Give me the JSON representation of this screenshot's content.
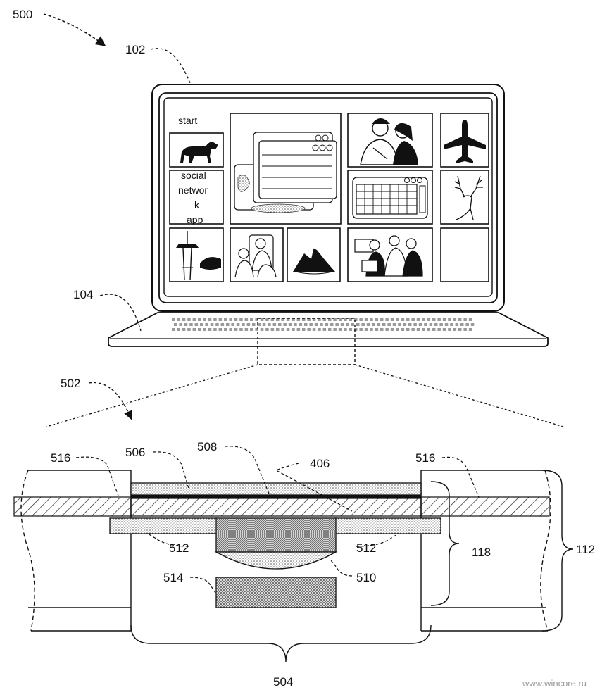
{
  "figure": {
    "figure_number": "500",
    "device": {
      "laptop_ref": "102",
      "keyboard_ref": "104",
      "tiles": [
        {
          "kind": "label",
          "text": "start"
        },
        {
          "kind": "image",
          "icon": "dog-icon"
        },
        {
          "kind": "label",
          "text_lines": [
            "social",
            "networ",
            "k",
            "app"
          ]
        },
        {
          "kind": "image",
          "icon": "window-stack-icon"
        },
        {
          "kind": "image",
          "icon": "couple-photo-icon"
        },
        {
          "kind": "image",
          "icon": "airplane-icon"
        },
        {
          "kind": "image",
          "icon": "calendar-icon"
        },
        {
          "kind": "image",
          "icon": "deer-icon"
        },
        {
          "kind": "image",
          "icon": "space-needle-icon"
        },
        {
          "kind": "image",
          "icon": "family-photo-icon"
        },
        {
          "kind": "image",
          "icon": "mountain-icon"
        },
        {
          "kind": "image",
          "icon": "group-photo-icon"
        },
        {
          "kind": "empty"
        }
      ]
    },
    "section_view": {
      "section_ref": "502",
      "labels": {
        "layer_left": "516",
        "layer_right": "516",
        "top_layer": "506",
        "film": "508",
        "surface": "406",
        "support_left": "512",
        "support_right": "512",
        "actuator": "510",
        "base_block": "514",
        "assembly": "504",
        "stack_right": "118",
        "housing": "112"
      }
    },
    "watermark": "www.wincore.ru"
  }
}
